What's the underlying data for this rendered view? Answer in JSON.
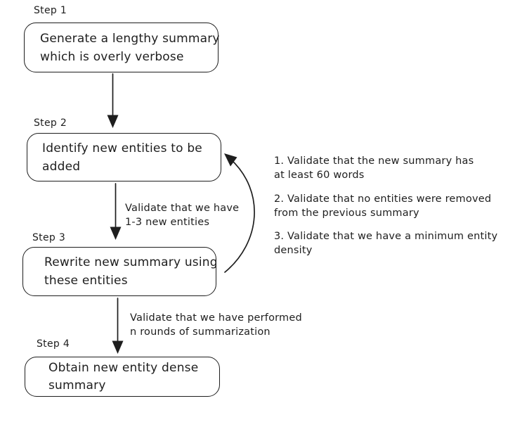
{
  "colors": {
    "stroke": "#1e1e1e",
    "background": "#ffffff"
  },
  "steps": [
    {
      "label": "Step 1",
      "lines": [
        "Generate a lengthy summary",
        "which is overly verbose"
      ]
    },
    {
      "label": "Step 2",
      "lines": [
        "Identify new entities to be",
        "added"
      ]
    },
    {
      "label": "Step 3",
      "lines": [
        "Rewrite new summary using",
        "these entities"
      ]
    },
    {
      "label": "Step 4",
      "lines": [
        "Obtain new entity dense",
        "summary"
      ]
    }
  ],
  "arrow_labels": [
    {
      "lines": [
        "Validate that we have",
        "1-3 new entities"
      ]
    },
    {
      "lines": [
        "Validate that we have performed",
        "n rounds of summarization"
      ]
    }
  ],
  "annotations": [
    {
      "lines": [
        "1. Validate that the new summary has",
        "at least 60 words"
      ]
    },
    {
      "lines": [
        "2. Validate that no entities were removed",
        "from the previous summary"
      ]
    },
    {
      "lines": [
        "3. Validate that we have a minimum entity",
        "density"
      ]
    }
  ]
}
